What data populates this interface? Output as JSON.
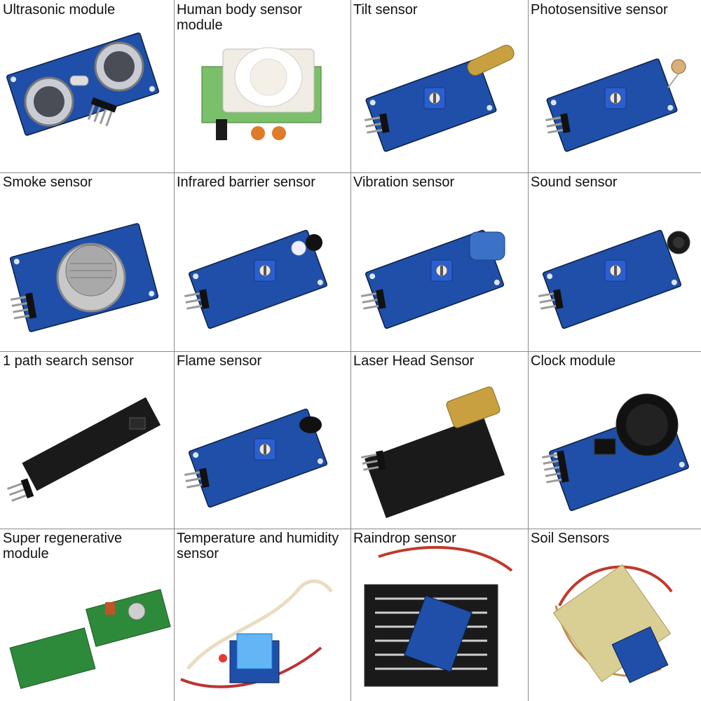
{
  "products": [
    {
      "label": "Ultrasonic module",
      "kind": "ultrasonic"
    },
    {
      "label": "Human body sensor module",
      "kind": "pir"
    },
    {
      "label": "Tilt sensor",
      "kind": "tilt"
    },
    {
      "label": "Photosensitive sensor",
      "kind": "photo"
    },
    {
      "label": "Smoke sensor",
      "kind": "smoke"
    },
    {
      "label": "Infrared barrier sensor",
      "kind": "irbarrier"
    },
    {
      "label": "Vibration sensor",
      "kind": "vibration"
    },
    {
      "label": "Sound sensor",
      "kind": "sound"
    },
    {
      "label": "1 path search sensor",
      "kind": "tracker"
    },
    {
      "label": "Flame sensor",
      "kind": "flame"
    },
    {
      "label": "Laser Head Sensor",
      "kind": "laser"
    },
    {
      "label": "Clock module",
      "kind": "clock"
    },
    {
      "label": "Super regenerative module",
      "kind": "rf"
    },
    {
      "label": "Temperature and humidity sensor",
      "kind": "dht"
    },
    {
      "label": "Raindrop sensor",
      "kind": "rain"
    },
    {
      "label": "Soil Sensors",
      "kind": "soil"
    }
  ],
  "colors": {
    "pcb_blue": "#1f4fa8",
    "pcb_black": "#1a1a1a",
    "pcb_green": "#2d8a3a",
    "pot_blue": "#2a5fd1",
    "brass": "#c9a040",
    "pin": "#9a9a9a",
    "wire_red": "#c0392b",
    "wire_cream": "#e9ddc2"
  }
}
